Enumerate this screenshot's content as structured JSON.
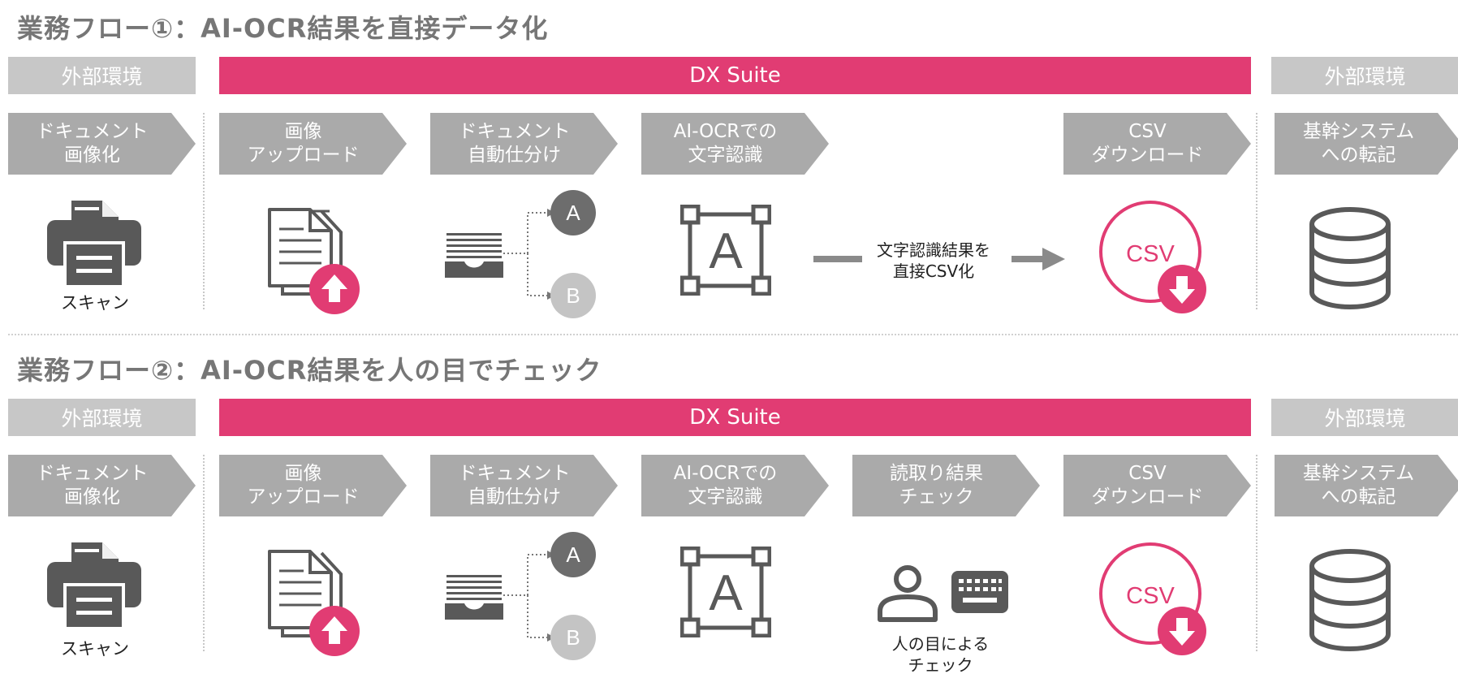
{
  "flows": [
    {
      "title": "業務フロー①：AI-OCR結果を直接データ化",
      "env_left": "外部環境",
      "dx_suite": "DX Suite",
      "env_right": "外部環境",
      "steps": {
        "s1": {
          "line1": "ドキュメント",
          "line2": "画像化"
        },
        "s2": {
          "line1": "画像",
          "line2": "アップロード"
        },
        "s3": {
          "line1": "ドキュメント",
          "line2": "自動仕分け"
        },
        "s4": {
          "line1": "AI-OCRでの",
          "line2": "文字認識"
        },
        "s6": {
          "line1": "CSV",
          "line2": "ダウンロード"
        },
        "s7": {
          "line1": "基幹システム",
          "line2": "への転記"
        }
      },
      "scan_caption": "スキャン",
      "sort_labels": [
        "A",
        "B"
      ],
      "ocr_letter": "A",
      "csv_text": "CSV",
      "direct_caption_line1": "文字認識結果を",
      "direct_caption_line2": "直接CSV化"
    },
    {
      "title": "業務フロー②：AI-OCR結果を人の目でチェック",
      "env_left": "外部環境",
      "dx_suite": "DX Suite",
      "env_right": "外部環境",
      "steps": {
        "s1": {
          "line1": "ドキュメント",
          "line2": "画像化"
        },
        "s2": {
          "line1": "画像",
          "line2": "アップロード"
        },
        "s3": {
          "line1": "ドキュメント",
          "line2": "自動仕分け"
        },
        "s4": {
          "line1": "AI-OCRでの",
          "line2": "文字認識"
        },
        "s5": {
          "line1": "読取り結果",
          "line2": "チェック"
        },
        "s6": {
          "line1": "CSV",
          "line2": "ダウンロード"
        },
        "s7": {
          "line1": "基幹システム",
          "line2": "への転記"
        }
      },
      "scan_caption": "スキャン",
      "sort_labels": [
        "A",
        "B"
      ],
      "ocr_letter": "A",
      "csv_text": "CSV",
      "human_caption_line1": "人の目による",
      "human_caption_line2": "チェック"
    }
  ],
  "colors": {
    "accent": "#e13c73",
    "step_gray": "#aaaaaa",
    "env_gray": "#c7c7c7",
    "icon_dark": "#595959"
  }
}
